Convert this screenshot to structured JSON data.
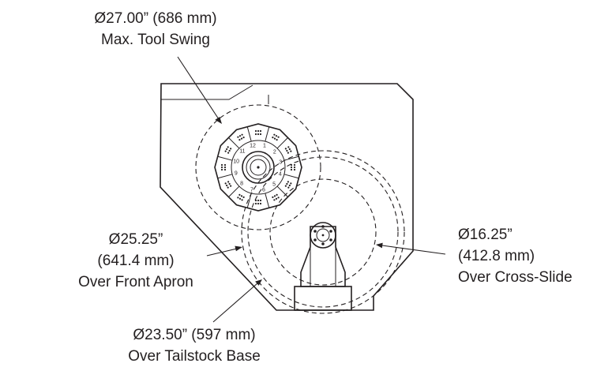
{
  "labels": {
    "tool_swing": {
      "line1": "Ø27.00” (686 mm)",
      "line2": "Max. Tool Swing"
    },
    "front_apron": {
      "line1": "Ø25.25”",
      "line2": "(641.4 mm)",
      "line3": "Over Front Apron"
    },
    "cross_slide": {
      "line1": "Ø16.25”",
      "line2": "(412.8 mm)",
      "line3": "Over Cross-Slide"
    },
    "tailstock_base": {
      "line1": "Ø23.50” (597 mm)",
      "line2": "Over Tailstock Base"
    }
  },
  "turret_station_numbers": [
    "1",
    "2",
    "3",
    "4",
    "5",
    "6",
    "7",
    "8",
    "9",
    "10",
    "11",
    "12"
  ],
  "colors": {
    "ink": "#231f20",
    "background": "#ffffff"
  }
}
